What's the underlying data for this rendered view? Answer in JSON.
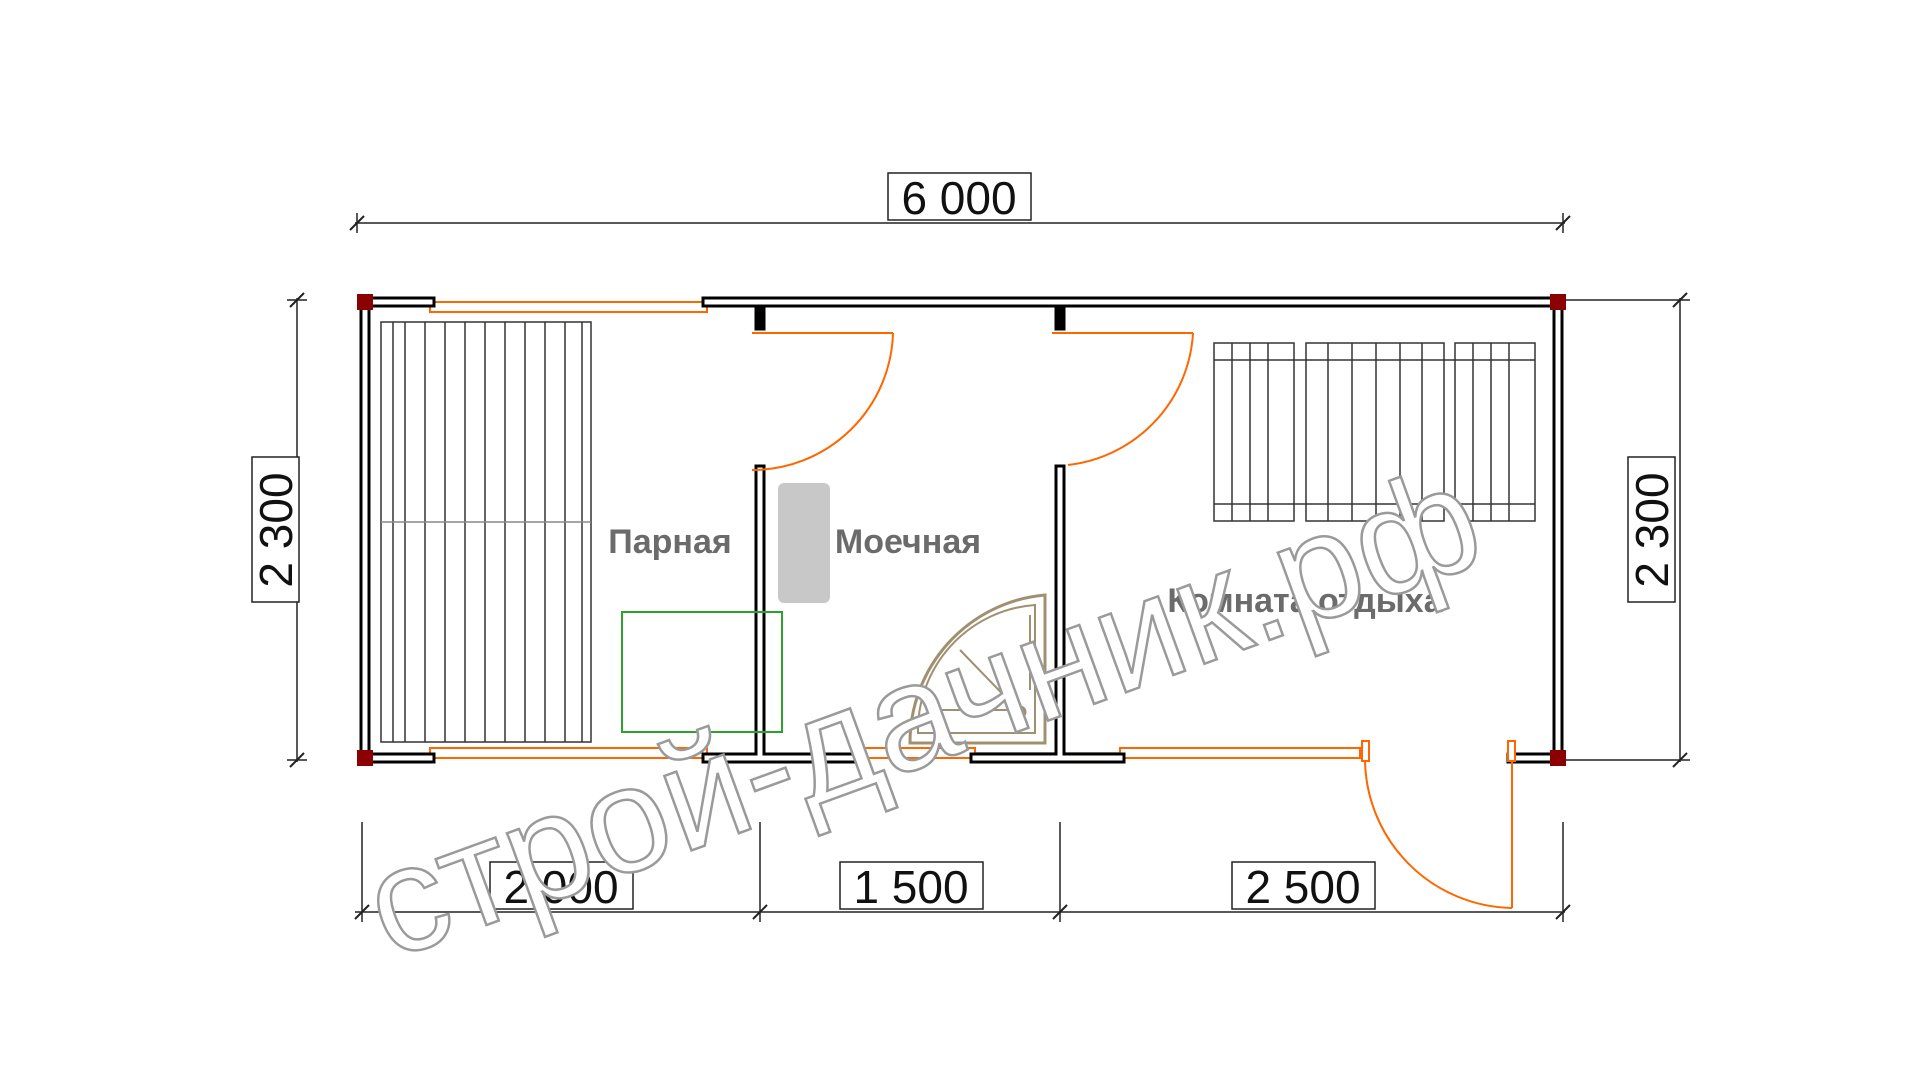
{
  "dimensions": {
    "total_width": "6 000",
    "height_left": "2 300",
    "height_right": "2 300",
    "segment_1": "2 000",
    "segment_2": "1 500",
    "segment_3": "2 500"
  },
  "rooms": {
    "steam_room": "Парная",
    "washroom": "Моечная",
    "rest_room": "Комната отдыха"
  },
  "watermark": "строй-дачник.рф",
  "colors": {
    "wall": "#000000",
    "window": "#ff6600",
    "door": "#ff6600",
    "corner_post": "#8b0000",
    "stove": "#c8c8c8",
    "stove_zone": "#2ea02e",
    "shower_tray": "#a09070",
    "bench": "#333333",
    "dimension": "#111111",
    "room_label": "#6b6b6b"
  }
}
